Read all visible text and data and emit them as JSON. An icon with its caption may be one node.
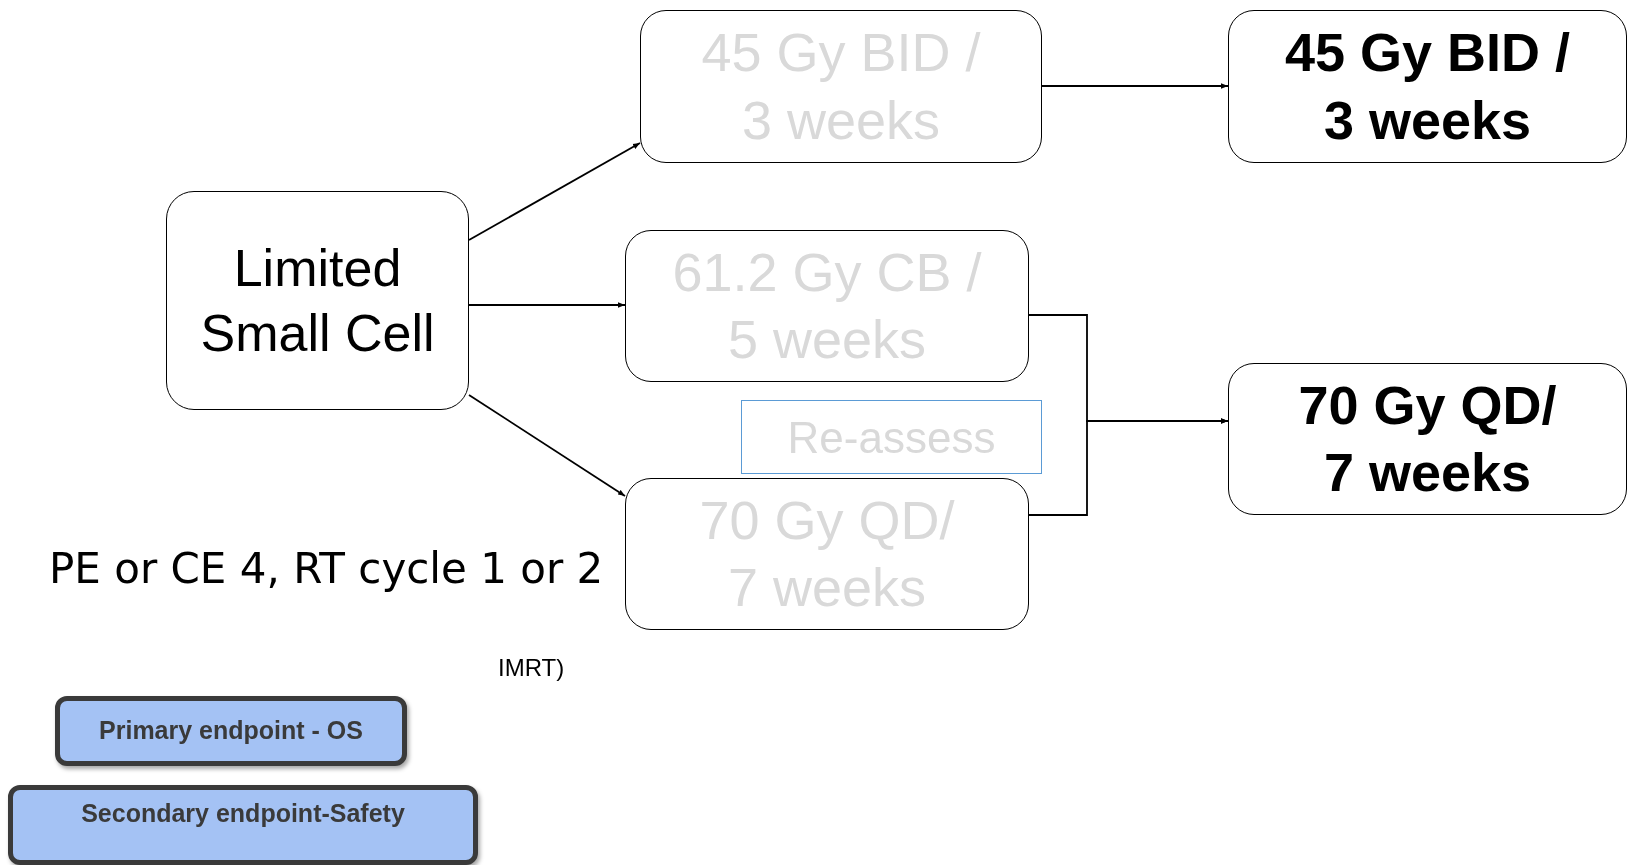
{
  "diagram": {
    "nodes": [
      {
        "text": [
          "Limited Small Cell"
        ]
      },
      {
        "text": [
          "45 Gy BID / 3 weeks"
        ]
      },
      {
        "text": [
          "61.2 Gy CB / 5 weeks"
        ]
      },
      {
        "text": [
          "Re-assess"
        ]
      },
      {
        "text": [
          "70 Gy QD/ 7 weeks"
        ]
      },
      {
        "text": [
          "45 Gy BID / 3 weeks"
        ]
      },
      {
        "text": [
          "70 Gy QD/ 7 weeks"
        ]
      },
      {
        "text": [
          "Primary endpoint - OS"
        ]
      },
      {
        "text": [
          "Secondary endpoint-Safety"
        ]
      }
    ],
    "edges": [
      {
        "from": 0,
        "to": 1,
        "arrow": "to"
      },
      {
        "from": 0,
        "to": 2,
        "arrow": "to"
      },
      {
        "from": 0,
        "to": 4,
        "arrow": "to"
      },
      {
        "from": 1,
        "to": 5,
        "arrow": "to"
      },
      {
        "from": 2,
        "to": 6,
        "arrow": "to"
      },
      {
        "from": 4,
        "to": 6,
        "arrow": "to"
      }
    ],
    "labels": [
      "PE or CE  4, RT cycle 1 or 2",
      "IMRT)"
    ]
  }
}
